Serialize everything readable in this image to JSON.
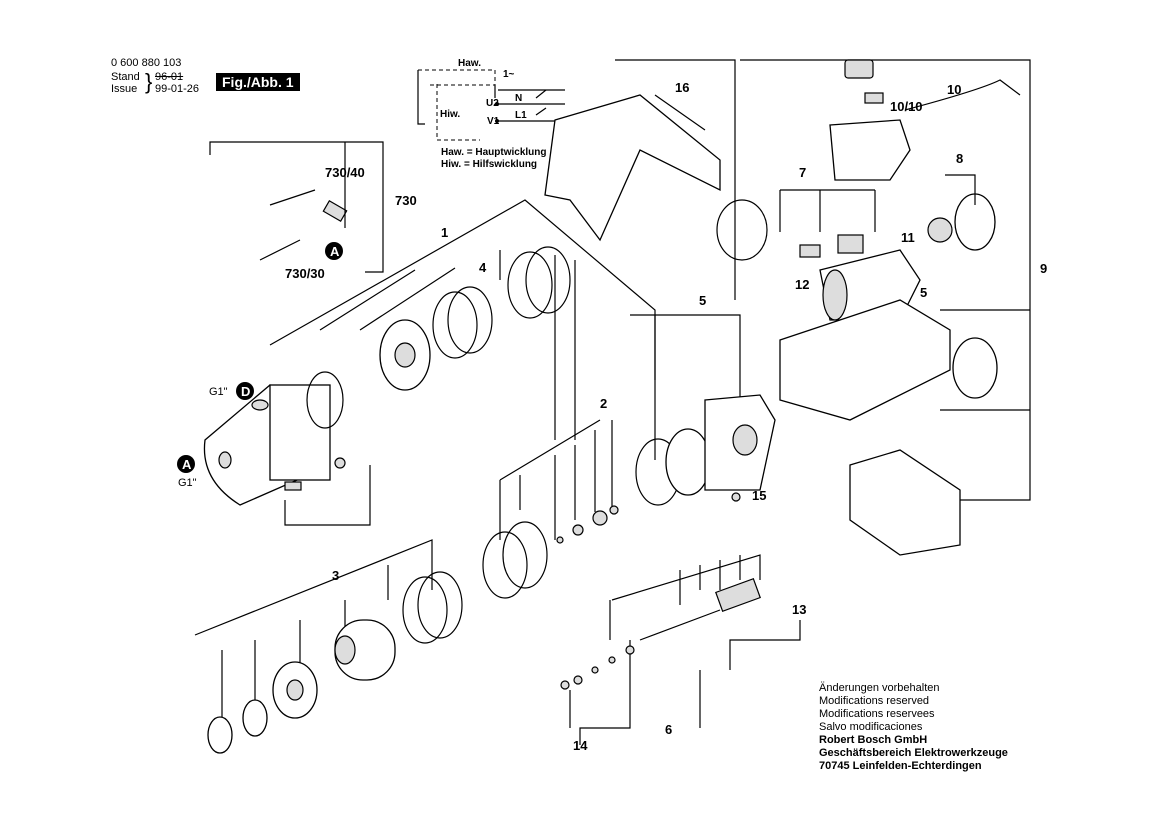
{
  "header": {
    "part_number": "0 600 880 103",
    "stand_label": "Stand",
    "stand_value": "96-01",
    "issue_label": "Issue",
    "issue_value": "99-01-26",
    "figure_label": "Fig./Abb. 1"
  },
  "wiring": {
    "haw": "Haw.",
    "hiw": "Hiw.",
    "supply": "1~",
    "u2": "U2",
    "v1": "V1",
    "n": "N",
    "l1": "L1",
    "legend_1": "Haw. = Hauptwicklung",
    "legend_2": "Hiw.  = Hilfswicklung"
  },
  "parts": {
    "p1": "1",
    "p2": "2",
    "p3": "3",
    "p4": "4",
    "p5a": "5",
    "p5b": "5",
    "p6": "6",
    "p7": "7",
    "p8": "8",
    "p9": "9",
    "p10": "10",
    "p10_10": "10/10",
    "p11": "11",
    "p12": "12",
    "p13": "13",
    "p14": "14",
    "p15": "15",
    "p16": "16",
    "p730": "730",
    "p730_40": "730/40",
    "p730_30": "730/30",
    "g1_top": "G1\"",
    "g1_bottom": "G1\"",
    "marker_a1": "A",
    "marker_a2": "A",
    "marker_d": "D"
  },
  "footer": {
    "line1": "Änderungen vorbehalten",
    "line2": "Modifications reserved",
    "line3": "Modifications reservees",
    "line4": "Salvo modificaciones",
    "company": "Robert Bosch GmbH",
    "division": "Geschäftsbereich Elektrowerkzeuge",
    "address": "70745 Leinfelden-Echterdingen"
  }
}
